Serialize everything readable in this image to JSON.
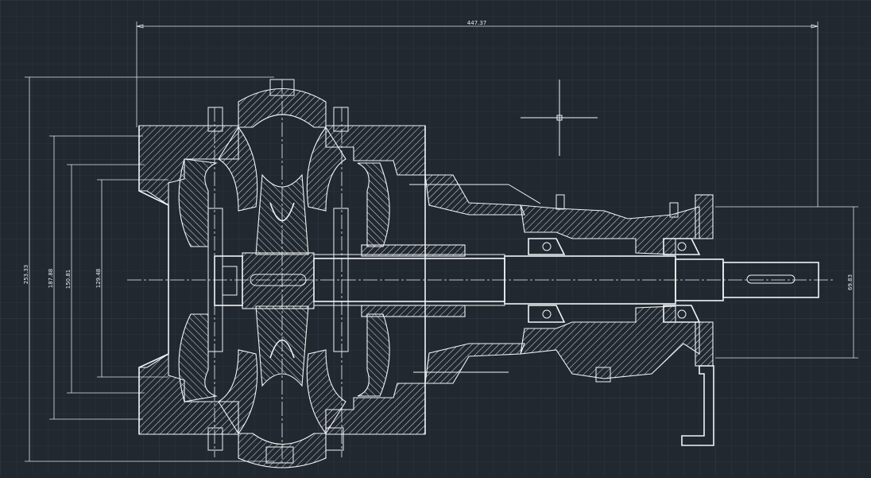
{
  "drawing": {
    "background": "#212830",
    "line_color": "#f2f4f5",
    "grid_color": "#2e3641",
    "dimensions": {
      "overall_length": "447.37",
      "overall_height": "253.33",
      "flange_height": "187.88",
      "casing_height": "150.81",
      "impeller_height": "129.48",
      "shaft_end_height": "69.83"
    }
  }
}
